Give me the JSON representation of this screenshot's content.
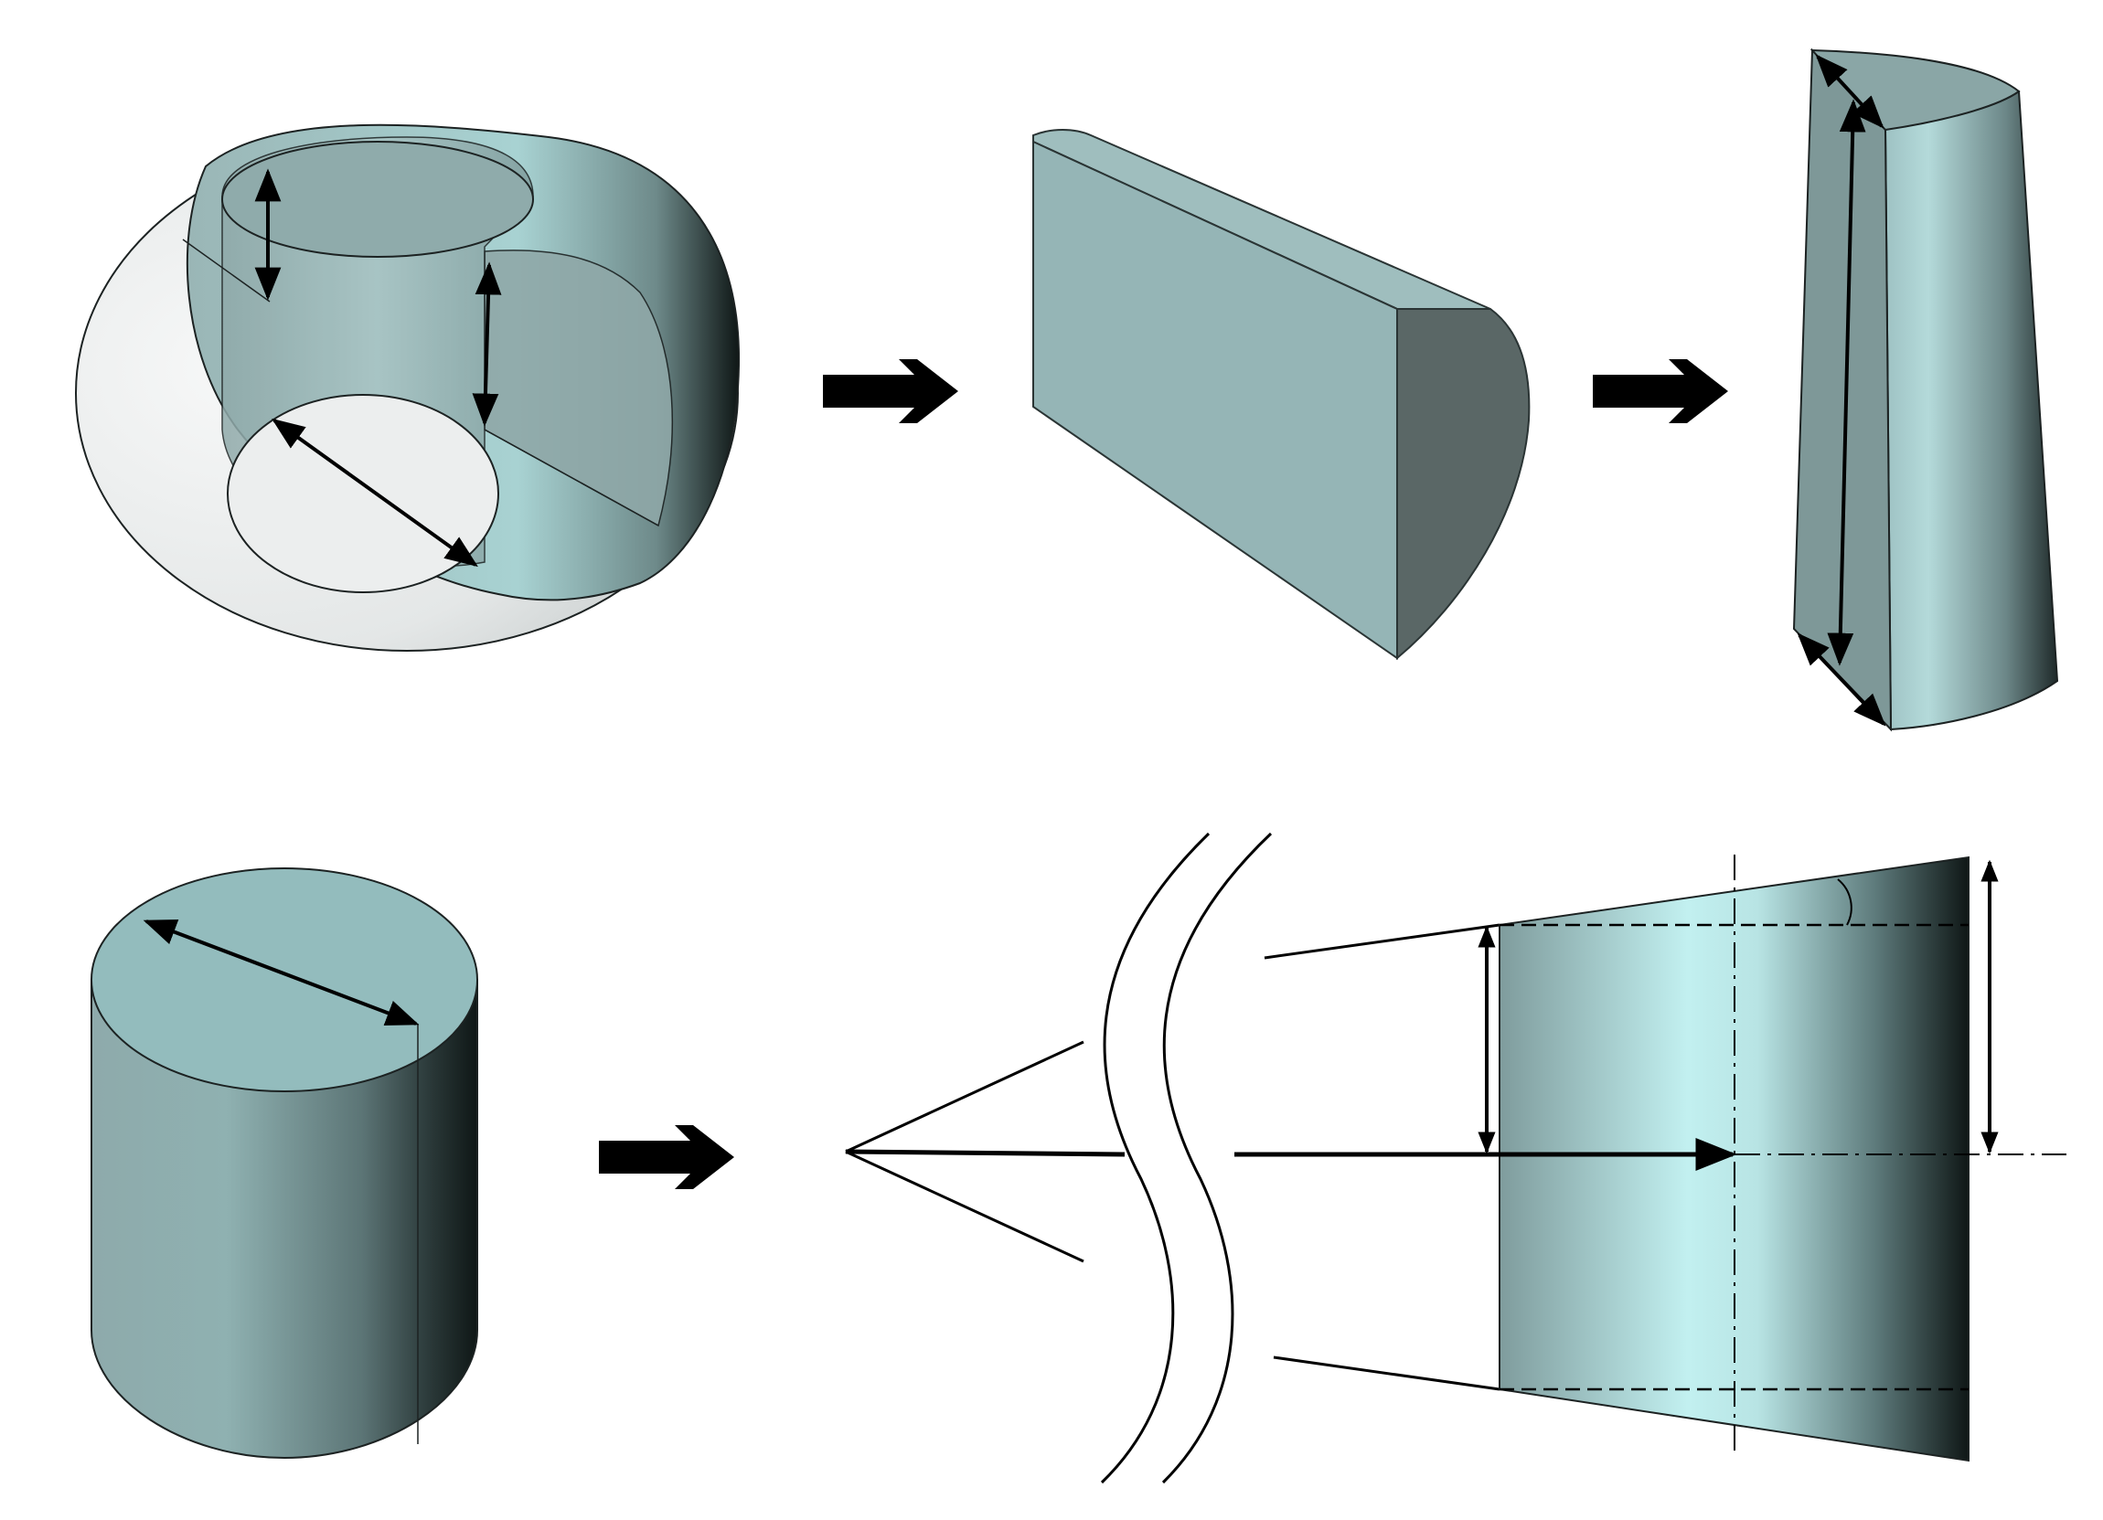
{
  "figure": {
    "panels": [
      {
        "id": "torus-section",
        "shape": "torus with cylindrical section removed"
      },
      {
        "id": "rounded-slab",
        "shape": "slab with rounded end"
      },
      {
        "id": "tapered-sector",
        "shape": "tapered sector prism"
      },
      {
        "id": "cylinder",
        "shape": "cylinder"
      },
      {
        "id": "cone-projection",
        "shape": "perspective projection of cylinder"
      }
    ],
    "arrows": [
      "right",
      "right",
      "right"
    ],
    "colors": {
      "teal_light": "#c0eeee",
      "teal_mid": "#95b5b6",
      "teal_dark": "#5a6766",
      "teal_shadow": "#0f1716",
      "torus_shell": "#f3f5f5",
      "outline": "#1c2222",
      "background": "#ffffff"
    }
  }
}
